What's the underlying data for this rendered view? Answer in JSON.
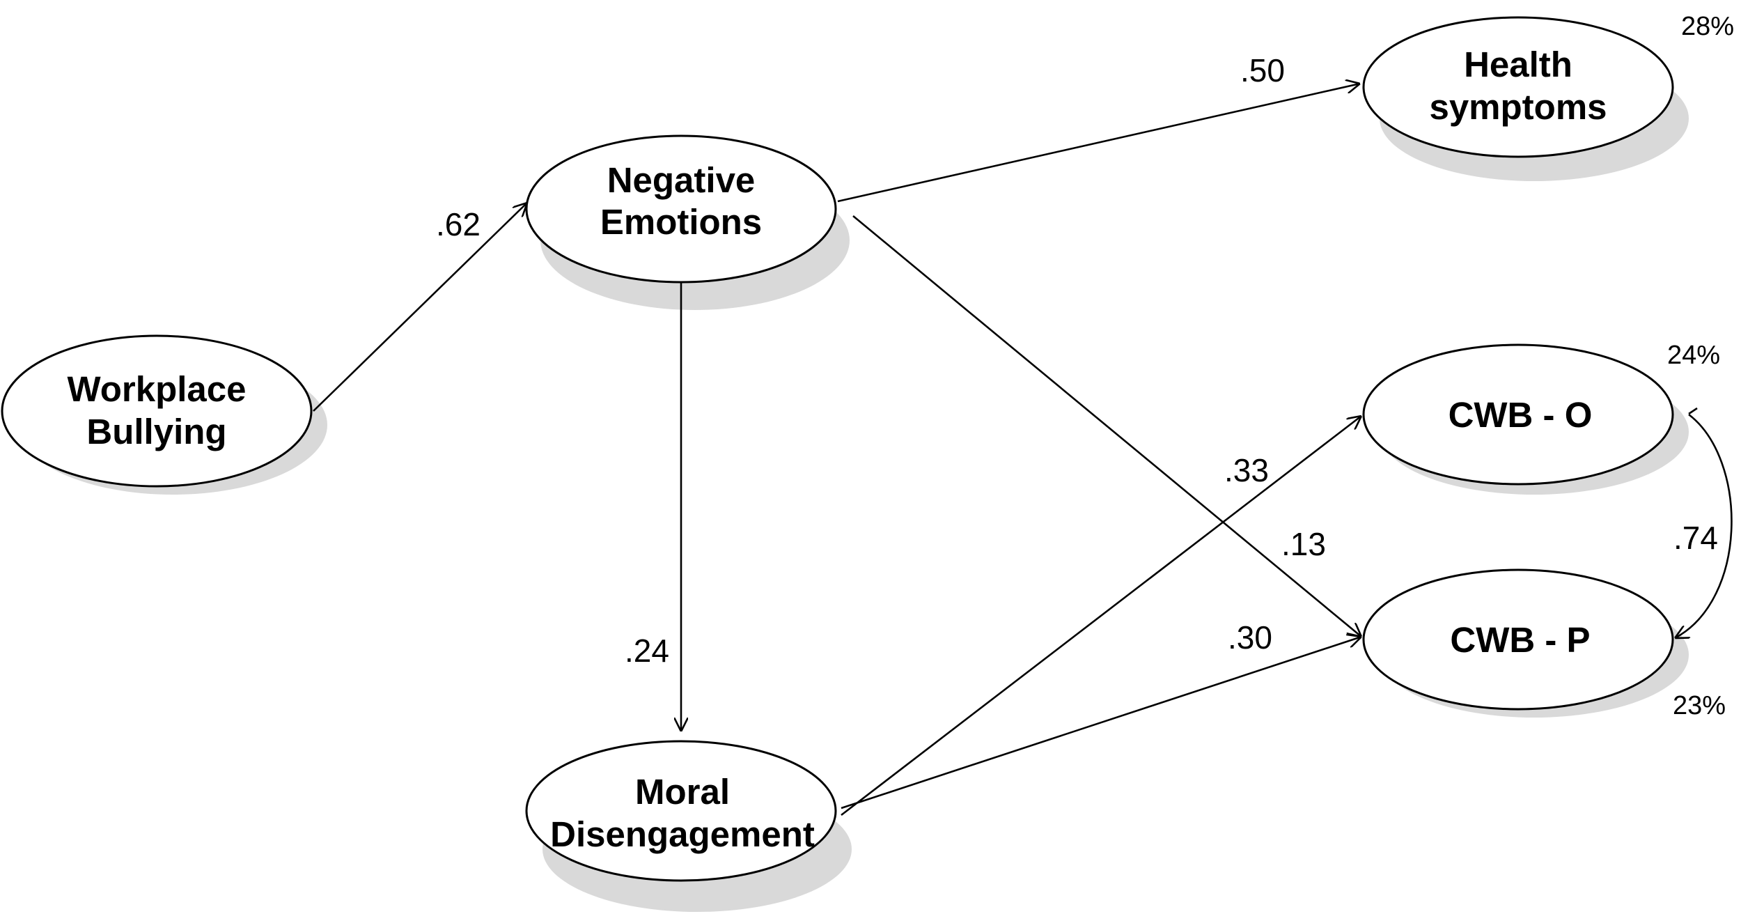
{
  "nodes": {
    "workplace_bullying": {
      "line1": "Workplace",
      "line2": "Bullying"
    },
    "negative_emotions": {
      "line1": "Negative",
      "line2": "Emotions"
    },
    "moral_disengagement": {
      "line1": "Moral",
      "line2": "Disengagement"
    },
    "health_symptoms": {
      "line1": "Health",
      "line2": "symptoms"
    },
    "cwb_o": {
      "line1": "CWB - O"
    },
    "cwb_p": {
      "line1": "CWB - P"
    }
  },
  "paths": {
    "bullying_to_emotions": ".62",
    "emotions_to_health": ".50",
    "emotions_to_moral": ".24",
    "moral_to_cwb_o": ".33",
    "emotions_to_cwb_p": ".13",
    "moral_to_cwb_p": ".30",
    "cwb_o_with_cwb_p": ".74"
  },
  "variance_explained": {
    "health_symptoms": "28%",
    "cwb_o": "24%",
    "cwb_p": "23%"
  }
}
